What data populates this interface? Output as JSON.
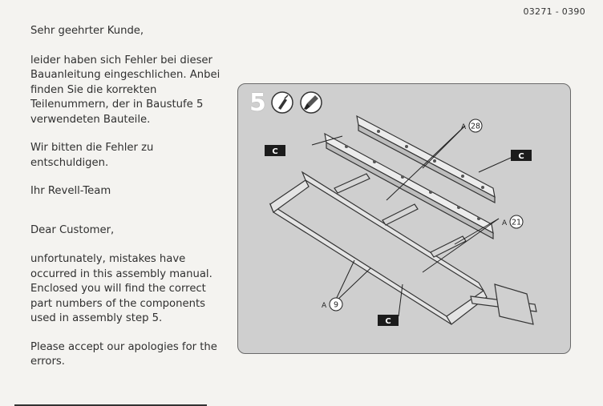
{
  "header": {
    "doc_code": "03271 - 0390"
  },
  "letter_de": {
    "greeting": "Sehr geehrter Kunde,",
    "body": "leider haben sich Fehler bei dieser Bauanleitung eingeschlichen. Anbei finden Sie die korrekten Teilenummern, der in Baustufe 5 verwendeten Bauteile.",
    "apology": "Wir bitten die Fehler zu entschuldigen.",
    "signature": "Ihr Revell-Team"
  },
  "letter_en": {
    "greeting": "Dear Customer,",
    "body": "unfortunately, mistakes have occurred in this assembly manual. Enclosed you will find the correct part numbers of the components used in assembly step 5.",
    "apology": "Please accept our apologies for the errors."
  },
  "step": {
    "number": "5",
    "tools": [
      "glue-icon",
      "paintbrush-icon"
    ],
    "callouts": [
      {
        "prefix": "A",
        "number": "28"
      },
      {
        "prefix": "A",
        "number": "21"
      },
      {
        "prefix": "A",
        "number": "9"
      }
    ],
    "paint_tags": [
      "C",
      "C",
      "C"
    ]
  },
  "colors": {
    "panel_bg": "#cfcfcf",
    "tag_bg": "#1c1c1c",
    "paper": "#f4f3f0"
  }
}
